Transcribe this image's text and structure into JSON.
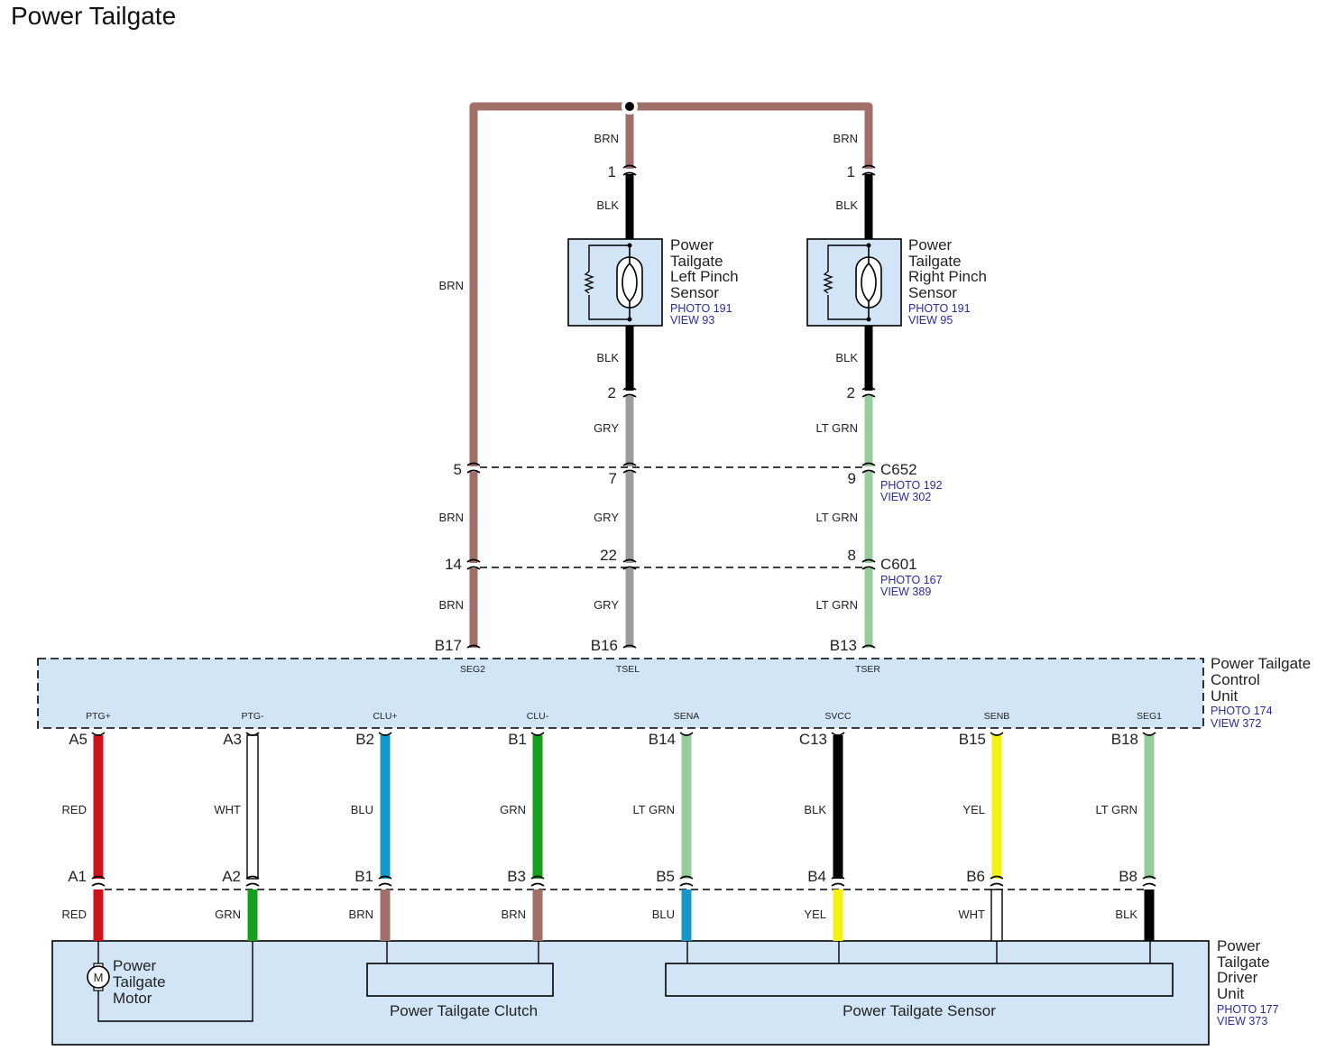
{
  "title": "Power Tailgate",
  "colors": {
    "BRN": "#a06f6a",
    "BLK": "#000000",
    "GRY": "#9c9c9c",
    "LT GRN": "#97cc9b",
    "RED": "#d0111a",
    "WHT": "#ffffff",
    "BLU": "#1597c9",
    "GRN": "#15a01b",
    "YEL": "#f4f010",
    "box_fill": "#d2e5f6"
  },
  "wire_labels": {
    "top_left_brn": "BRN",
    "top_mid_brn": "BRN",
    "top_right_brn": "BRN",
    "mid_blk_top": "BLK",
    "right_blk_top": "BLK",
    "mid_blk_bot": "BLK",
    "right_blk_bot": "BLK",
    "mid_gry_1": "GRY",
    "right_ltgrn_1": "LT GRN",
    "left_brn_2": "BRN",
    "mid_gry_2": "GRY",
    "right_ltgrn_2": "LT GRN",
    "left_brn_3": "BRN",
    "mid_gry_3": "GRY",
    "right_ltgrn_3": "LT GRN"
  },
  "pins": {
    "mid_1": "1",
    "right_1": "1",
    "mid_2": "2",
    "right_2": "2",
    "c652_left": "5",
    "c652_mid": "7",
    "c652_right": "9",
    "c601_left": "14",
    "c601_mid": "22",
    "c601_right": "8",
    "pcu_b17": "B17",
    "pcu_b16": "B16",
    "pcu_b13": "B13"
  },
  "connectors": {
    "c652": {
      "name": "C652",
      "photo": "PHOTO 192",
      "view": "VIEW 302"
    },
    "c601": {
      "name": "C601",
      "photo": "PHOTO 167",
      "view": "VIEW 389"
    }
  },
  "left_sensor": {
    "line1": "Power",
    "line2": "Tailgate",
    "line3": "Left Pinch",
    "line4": "Sensor",
    "photo": "PHOTO 191",
    "view": "VIEW 93"
  },
  "right_sensor": {
    "line1": "Power",
    "line2": "Tailgate",
    "line3": "Right Pinch",
    "line4": "Sensor",
    "photo": "PHOTO 191",
    "view": "VIEW 95"
  },
  "control_unit": {
    "line1": "Power Tailgate",
    "line2": "Control",
    "line3": "Unit",
    "photo": "PHOTO 174",
    "view": "VIEW 372",
    "top_signals": [
      "SEG2",
      "TSEL",
      "TSER"
    ]
  },
  "lower_wires": [
    {
      "signal": "PTG+",
      "pin_top": "A5",
      "color_top": "RED",
      "pin_bot": "A1",
      "color_bot": "RED"
    },
    {
      "signal": "PTG-",
      "pin_top": "A3",
      "color_top": "WHT",
      "pin_bot": "A2",
      "color_bot": "GRN"
    },
    {
      "signal": "CLU+",
      "pin_top": "B2",
      "color_top": "BLU",
      "pin_bot": "B1",
      "color_bot": "BRN"
    },
    {
      "signal": "CLU-",
      "pin_top": "B1",
      "color_top": "GRN",
      "pin_bot": "B3",
      "color_bot": "BRN"
    },
    {
      "signal": "SENA",
      "pin_top": "B14",
      "color_top": "LT GRN",
      "pin_bot": "B5",
      "color_bot": "BLU"
    },
    {
      "signal": "SVCC",
      "pin_top": "C13",
      "color_top": "BLK",
      "pin_bot": "B4",
      "color_bot": "YEL"
    },
    {
      "signal": "SENB",
      "pin_top": "B15",
      "color_top": "YEL",
      "pin_bot": "B6",
      "color_bot": "WHT"
    },
    {
      "signal": "SEG1",
      "pin_top": "B18",
      "color_top": "LT GRN",
      "pin_bot": "B8",
      "color_bot": "BLK"
    }
  ],
  "driver_unit": {
    "line1": "Power",
    "line2": "Tailgate",
    "line3": "Driver",
    "line4": "Unit",
    "photo": "PHOTO 177",
    "view": "VIEW 373",
    "motor_symbol": "M",
    "motor_line1": "Power",
    "motor_line2": "Tailgate",
    "motor_line3": "Motor",
    "clutch": "Power Tailgate Clutch",
    "sensor": "Power Tailgate Sensor"
  }
}
